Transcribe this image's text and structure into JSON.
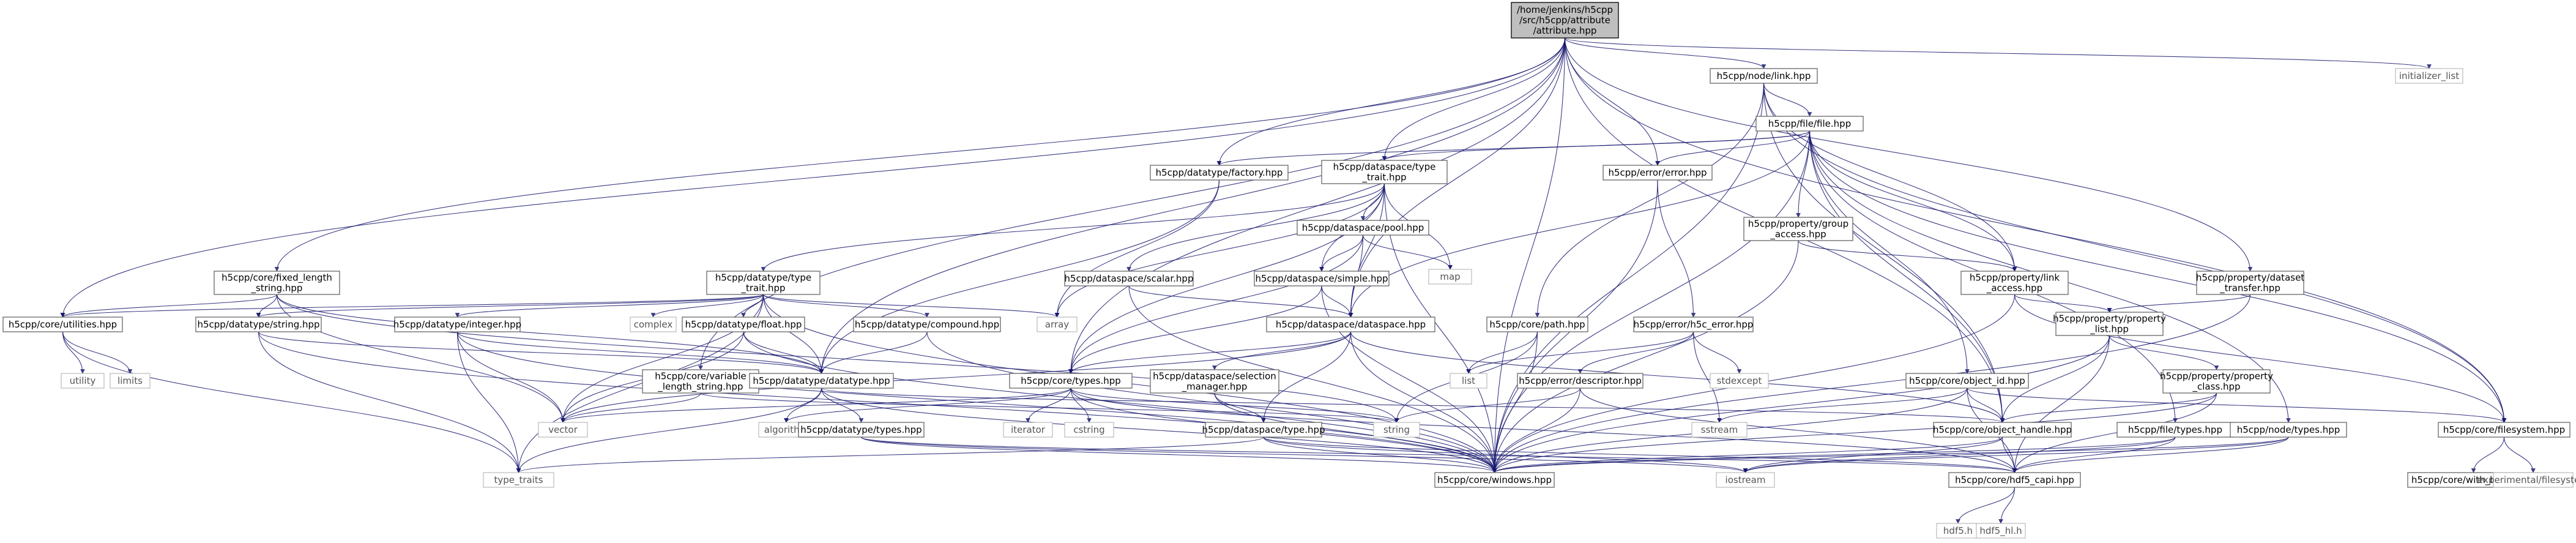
{
  "diagram": {
    "type": "include-dependency-graph",
    "nodes": [
      {
        "id": "root",
        "lines": [
          "/home/jenkins/h5cpp",
          "/src/h5cpp/attribute",
          "/attribute.hpp"
        ],
        "kind": "root"
      },
      {
        "id": "link",
        "lines": [
          "h5cpp/node/link.hpp"
        ],
        "kind": "file"
      },
      {
        "id": "initlist",
        "lines": [
          "initializer_list"
        ],
        "kind": "ext"
      },
      {
        "id": "file",
        "lines": [
          "h5cpp/file/file.hpp"
        ],
        "kind": "file"
      },
      {
        "id": "factory",
        "lines": [
          "h5cpp/datatype/factory.hpp"
        ],
        "kind": "file"
      },
      {
        "id": "dstrait",
        "lines": [
          "h5cpp/dataspace/type",
          "_trait.hpp"
        ],
        "kind": "file"
      },
      {
        "id": "error",
        "lines": [
          "h5cpp/error/error.hpp"
        ],
        "kind": "file"
      },
      {
        "id": "pool",
        "lines": [
          "h5cpp/dataspace/pool.hpp"
        ],
        "kind": "file"
      },
      {
        "id": "groupaccess",
        "lines": [
          "h5cpp/property/group",
          "_access.hpp"
        ],
        "kind": "file"
      },
      {
        "id": "map",
        "lines": [
          "map"
        ],
        "kind": "ext"
      },
      {
        "id": "fixedlen",
        "lines": [
          "h5cpp/core/fixed_length",
          "_string.hpp"
        ],
        "kind": "file"
      },
      {
        "id": "dttrait",
        "lines": [
          "h5cpp/datatype/type",
          "_trait.hpp"
        ],
        "kind": "file"
      },
      {
        "id": "scalar",
        "lines": [
          "h5cpp/dataspace/scalar.hpp"
        ],
        "kind": "file"
      },
      {
        "id": "simple",
        "lines": [
          "h5cpp/dataspace/simple.hpp"
        ],
        "kind": "file"
      },
      {
        "id": "linkaccess",
        "lines": [
          "h5cpp/property/link",
          "_access.hpp"
        ],
        "kind": "file"
      },
      {
        "id": "dstransfer",
        "lines": [
          "h5cpp/property/dataset",
          "_transfer.hpp"
        ],
        "kind": "file"
      },
      {
        "id": "utilities",
        "lines": [
          "h5cpp/core/utilities.hpp"
        ],
        "kind": "file"
      },
      {
        "id": "dtstring",
        "lines": [
          "h5cpp/datatype/string.hpp"
        ],
        "kind": "file"
      },
      {
        "id": "complex",
        "lines": [
          "complex"
        ],
        "kind": "ext"
      },
      {
        "id": "integer",
        "lines": [
          "h5cpp/datatype/integer.hpp"
        ],
        "kind": "file"
      },
      {
        "id": "float",
        "lines": [
          "h5cpp/datatype/float.hpp"
        ],
        "kind": "file"
      },
      {
        "id": "compound",
        "lines": [
          "h5cpp/datatype/compound.hpp"
        ],
        "kind": "file"
      },
      {
        "id": "array",
        "lines": [
          "array"
        ],
        "kind": "ext"
      },
      {
        "id": "dataspace",
        "lines": [
          "h5cpp/dataspace/dataspace.hpp"
        ],
        "kind": "file"
      },
      {
        "id": "path",
        "lines": [
          "h5cpp/core/path.hpp"
        ],
        "kind": "file"
      },
      {
        "id": "h5cerror",
        "lines": [
          "h5cpp/error/h5c_error.hpp"
        ],
        "kind": "file"
      },
      {
        "id": "proplist",
        "lines": [
          "h5cpp/property/property",
          "_list.hpp"
        ],
        "kind": "file"
      },
      {
        "id": "utility",
        "lines": [
          "utility"
        ],
        "kind": "ext"
      },
      {
        "id": "limits",
        "lines": [
          "limits"
        ],
        "kind": "ext"
      },
      {
        "id": "varlen",
        "lines": [
          "h5cpp/core/variable",
          "_length_string.hpp"
        ],
        "kind": "file"
      },
      {
        "id": "datatype",
        "lines": [
          "h5cpp/datatype/datatype.hpp"
        ],
        "kind": "file"
      },
      {
        "id": "coretypes",
        "lines": [
          "h5cpp/core/types.hpp"
        ],
        "kind": "file"
      },
      {
        "id": "selection",
        "lines": [
          "h5cpp/dataspace/selection",
          "_manager.hpp"
        ],
        "kind": "file"
      },
      {
        "id": "list",
        "lines": [
          "list"
        ],
        "kind": "ext"
      },
      {
        "id": "stdexcept",
        "lines": [
          "stdexcept"
        ],
        "kind": "ext"
      },
      {
        "id": "descriptor",
        "lines": [
          "h5cpp/error/descriptor.hpp"
        ],
        "kind": "file"
      },
      {
        "id": "objid",
        "lines": [
          "h5cpp/core/object_id.hpp"
        ],
        "kind": "file"
      },
      {
        "id": "propclass",
        "lines": [
          "h5cpp/property/property",
          "_class.hpp"
        ],
        "kind": "file"
      },
      {
        "id": "vector",
        "lines": [
          "vector"
        ],
        "kind": "ext"
      },
      {
        "id": "algorithm",
        "lines": [
          "algorithm"
        ],
        "kind": "ext"
      },
      {
        "id": "iterator",
        "lines": [
          "iterator"
        ],
        "kind": "ext"
      },
      {
        "id": "cstring",
        "lines": [
          "cstring"
        ],
        "kind": "ext"
      },
      {
        "id": "string",
        "lines": [
          "string"
        ],
        "kind": "ext"
      },
      {
        "id": "sstream",
        "lines": [
          "sstream"
        ],
        "kind": "ext"
      },
      {
        "id": "objhandle",
        "lines": [
          "h5cpp/core/object_handle.hpp"
        ],
        "kind": "file"
      },
      {
        "id": "dstype",
        "lines": [
          "h5cpp/dataspace/type.hpp"
        ],
        "kind": "file"
      },
      {
        "id": "dttypes",
        "lines": [
          "h5cpp/datatype/types.hpp"
        ],
        "kind": "file"
      },
      {
        "id": "filetypes",
        "lines": [
          "h5cpp/file/types.hpp"
        ],
        "kind": "file"
      },
      {
        "id": "nodetypes",
        "lines": [
          "h5cpp/node/types.hpp"
        ],
        "kind": "file"
      },
      {
        "id": "filesystem",
        "lines": [
          "h5cpp/core/filesystem.hpp"
        ],
        "kind": "file"
      },
      {
        "id": "typetraits",
        "lines": [
          "type_traits"
        ],
        "kind": "ext"
      },
      {
        "id": "windows",
        "lines": [
          "h5cpp/core/windows.hpp"
        ],
        "kind": "file"
      },
      {
        "id": "iostream",
        "lines": [
          "iostream"
        ],
        "kind": "ext"
      },
      {
        "id": "hdf5capi",
        "lines": [
          "h5cpp/core/hdf5_capi.hpp"
        ],
        "kind": "file"
      },
      {
        "id": "withboost",
        "lines": [
          "h5cpp/core/with_boost.hpp"
        ],
        "kind": "file"
      },
      {
        "id": "expfs",
        "lines": [
          "experimental/filesystem"
        ],
        "kind": "ext"
      },
      {
        "id": "hdf5h",
        "lines": [
          "hdf5.h"
        ],
        "kind": "ext"
      },
      {
        "id": "hdf5hlh",
        "lines": [
          "hdf5_hl.h"
        ],
        "kind": "ext"
      }
    ],
    "edges": [
      [
        "root",
        "link"
      ],
      [
        "root",
        "initlist"
      ],
      [
        "root",
        "factory"
      ],
      [
        "root",
        "dstrait"
      ],
      [
        "root",
        "error"
      ],
      [
        "root",
        "fixedlen"
      ],
      [
        "root",
        "utilities"
      ],
      [
        "root",
        "dataspace"
      ],
      [
        "root",
        "datatype"
      ],
      [
        "root",
        "coretypes"
      ],
      [
        "root",
        "objhandle"
      ],
      [
        "root",
        "dstransfer"
      ],
      [
        "root",
        "windows"
      ],
      [
        "root",
        "filesystem"
      ],
      [
        "root",
        "varlen"
      ],
      [
        "link",
        "file"
      ],
      [
        "link",
        "path"
      ],
      [
        "link",
        "linkaccess"
      ],
      [
        "link",
        "windows"
      ],
      [
        "link",
        "filesystem"
      ],
      [
        "link",
        "objhandle"
      ],
      [
        "file",
        "factory"
      ],
      [
        "file",
        "dstrait"
      ],
      [
        "file",
        "error"
      ],
      [
        "file",
        "groupaccess"
      ],
      [
        "file",
        "linkaccess"
      ],
      [
        "file",
        "dataspace"
      ],
      [
        "file",
        "objid"
      ],
      [
        "file",
        "filetypes"
      ],
      [
        "file",
        "nodetypes"
      ],
      [
        "file",
        "filesystem"
      ],
      [
        "file",
        "windows"
      ],
      [
        "file",
        "objhandle"
      ],
      [
        "factory",
        "datatype"
      ],
      [
        "factory",
        "array"
      ],
      [
        "dstrait",
        "pool"
      ],
      [
        "dstrait",
        "scalar"
      ],
      [
        "dstrait",
        "simple"
      ],
      [
        "dstrait",
        "dttrait"
      ],
      [
        "dstrait",
        "map"
      ],
      [
        "dstrait",
        "dataspace"
      ],
      [
        "dstrait",
        "coretypes"
      ],
      [
        "dstrait",
        "windows"
      ],
      [
        "dstrait",
        "array"
      ],
      [
        "pool",
        "simple"
      ],
      [
        "pool",
        "map"
      ],
      [
        "pool",
        "dataspace"
      ],
      [
        "pool",
        "coretypes"
      ],
      [
        "scalar",
        "dataspace"
      ],
      [
        "scalar",
        "windows"
      ],
      [
        "simple",
        "dataspace"
      ],
      [
        "simple",
        "coretypes"
      ],
      [
        "simple",
        "windows"
      ],
      [
        "error",
        "h5cerror"
      ],
      [
        "error",
        "windows"
      ],
      [
        "groupaccess",
        "linkaccess"
      ],
      [
        "groupaccess",
        "windows"
      ],
      [
        "linkaccess",
        "proplist"
      ],
      [
        "linkaccess",
        "windows"
      ],
      [
        "linkaccess",
        "filesystem"
      ],
      [
        "dstransfer",
        "proplist"
      ],
      [
        "dstransfer",
        "windows"
      ],
      [
        "fixedlen",
        "utilities"
      ],
      [
        "fixedlen",
        "dtstring"
      ],
      [
        "fixedlen",
        "datatype"
      ],
      [
        "fixedlen",
        "vector"
      ],
      [
        "fixedlen",
        "string"
      ],
      [
        "dttrait",
        "dtstring"
      ],
      [
        "dttrait",
        "integer"
      ],
      [
        "dttrait",
        "float"
      ],
      [
        "dttrait",
        "compound"
      ],
      [
        "dttrait",
        "complex"
      ],
      [
        "dttrait",
        "array"
      ],
      [
        "dttrait",
        "vector"
      ],
      [
        "dttrait",
        "utilities"
      ],
      [
        "dttrait",
        "datatype"
      ],
      [
        "dttrait",
        "typetraits"
      ],
      [
        "dttrait",
        "windows"
      ],
      [
        "utilities",
        "utility"
      ],
      [
        "utilities",
        "limits"
      ],
      [
        "utilities",
        "typetraits"
      ],
      [
        "dtstring",
        "datatype"
      ],
      [
        "dtstring",
        "typetraits"
      ],
      [
        "dtstring",
        "windows"
      ],
      [
        "integer",
        "datatype"
      ],
      [
        "integer",
        "typetraits"
      ],
      [
        "integer",
        "vector"
      ],
      [
        "integer",
        "windows"
      ],
      [
        "float",
        "datatype"
      ],
      [
        "float",
        "vector"
      ],
      [
        "float",
        "windows"
      ],
      [
        "compound",
        "datatype"
      ],
      [
        "compound",
        "windows"
      ],
      [
        "dataspace",
        "coretypes"
      ],
      [
        "dataspace",
        "selection"
      ],
      [
        "dataspace",
        "dstype"
      ],
      [
        "dataspace",
        "objhandle"
      ],
      [
        "dataspace",
        "windows"
      ],
      [
        "dataspace",
        "vector"
      ],
      [
        "path",
        "list"
      ],
      [
        "path",
        "string"
      ],
      [
        "path",
        "windows"
      ],
      [
        "h5cerror",
        "descriptor"
      ],
      [
        "h5cerror",
        "stdexcept"
      ],
      [
        "h5cerror",
        "sstream"
      ],
      [
        "h5cerror",
        "list"
      ],
      [
        "descriptor",
        "string"
      ],
      [
        "descriptor",
        "windows"
      ],
      [
        "descriptor",
        "hdf5capi"
      ],
      [
        "proplist",
        "propclass"
      ],
      [
        "proplist",
        "objhandle"
      ],
      [
        "proplist",
        "windows"
      ],
      [
        "proplist",
        "hdf5capi"
      ],
      [
        "propclass",
        "objhandle"
      ],
      [
        "propclass",
        "windows"
      ],
      [
        "propclass",
        "hdf5capi"
      ],
      [
        "varlen",
        "vector"
      ],
      [
        "varlen",
        "string"
      ],
      [
        "datatype",
        "objhandle"
      ],
      [
        "datatype",
        "dttypes"
      ],
      [
        "datatype",
        "windows"
      ],
      [
        "datatype",
        "typetraits"
      ],
      [
        "datatype",
        "algorithm"
      ],
      [
        "coretypes",
        "vector"
      ],
      [
        "coretypes",
        "string"
      ],
      [
        "coretypes",
        "iterator"
      ],
      [
        "coretypes",
        "cstring"
      ],
      [
        "coretypes",
        "algorithm"
      ],
      [
        "coretypes",
        "windows"
      ],
      [
        "coretypes",
        "hdf5capi"
      ],
      [
        "selection",
        "dstype"
      ],
      [
        "selection",
        "windows"
      ],
      [
        "objid",
        "objhandle"
      ],
      [
        "objid",
        "windows"
      ],
      [
        "objid",
        "hdf5capi"
      ],
      [
        "objid",
        "sstream"
      ],
      [
        "objid",
        "filesystem"
      ],
      [
        "objhandle",
        "hdf5capi"
      ],
      [
        "objhandle",
        "windows"
      ],
      [
        "objhandle",
        "iostream"
      ],
      [
        "dstype",
        "windows"
      ],
      [
        "dstype",
        "iostream"
      ],
      [
        "dstype",
        "hdf5capi"
      ],
      [
        "dstype",
        "typetraits"
      ],
      [
        "dttypes",
        "windows"
      ],
      [
        "dttypes",
        "iostream"
      ],
      [
        "dttypes",
        "hdf5capi"
      ],
      [
        "filetypes",
        "windows"
      ],
      [
        "filetypes",
        "iostream"
      ],
      [
        "filetypes",
        "hdf5capi"
      ],
      [
        "nodetypes",
        "windows"
      ],
      [
        "nodetypes",
        "iostream"
      ],
      [
        "nodetypes",
        "hdf5capi"
      ],
      [
        "filesystem",
        "withboost"
      ],
      [
        "filesystem",
        "expfs"
      ],
      [
        "hdf5capi",
        "hdf5h"
      ],
      [
        "hdf5capi",
        "hdf5hlh"
      ]
    ]
  }
}
